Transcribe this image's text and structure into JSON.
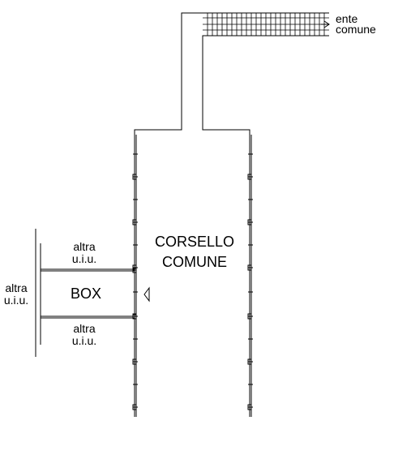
{
  "labels": {
    "ente": "ente",
    "comune": "comune",
    "corsello_line1": "CORSELLO",
    "corsello_line2": "COMUNE",
    "upper_altra_line1": "altra",
    "upper_altra_line2": "u.i.u.",
    "side_altra_line1": "altra",
    "side_altra_line2": "u.i.u.",
    "box": "BOX",
    "lower_altra_line1": "altra",
    "lower_altra_line2": "u.i.u."
  },
  "colors": {
    "line": "#000000",
    "background": "#ffffff"
  }
}
